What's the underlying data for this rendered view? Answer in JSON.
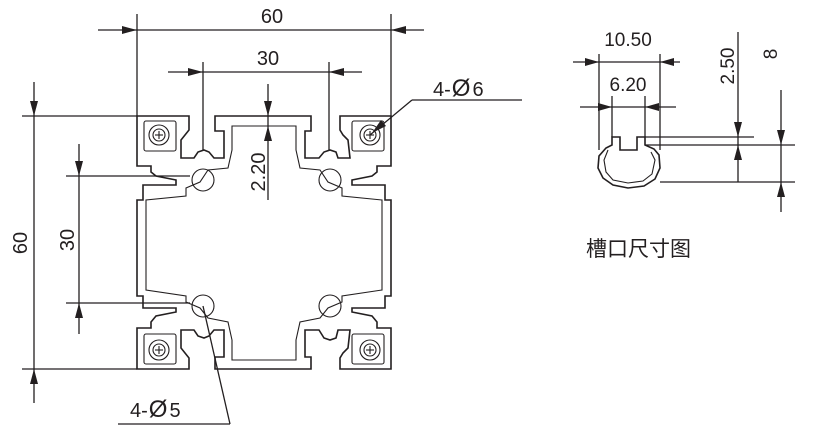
{
  "profile": {
    "width_label": "60",
    "slot_spacing_top_label": "30",
    "height_label": "60",
    "slot_spacing_side_label": "30",
    "inner_depth_label": "2.20",
    "corner_hole_prefix": "4-",
    "corner_hole_symbol": "Ø",
    "corner_hole_value": "6",
    "center_hole_prefix": "4-",
    "center_hole_symbol": "Ø",
    "center_hole_value": "5"
  },
  "slot_detail": {
    "outer_width_label": "10.50",
    "opening_width_label": "6.20",
    "lip_thickness_label": "2.50",
    "depth_label": "8",
    "caption": "槽口尺寸图"
  },
  "colors": {
    "line": "#231f20",
    "background": "#ffffff"
  }
}
